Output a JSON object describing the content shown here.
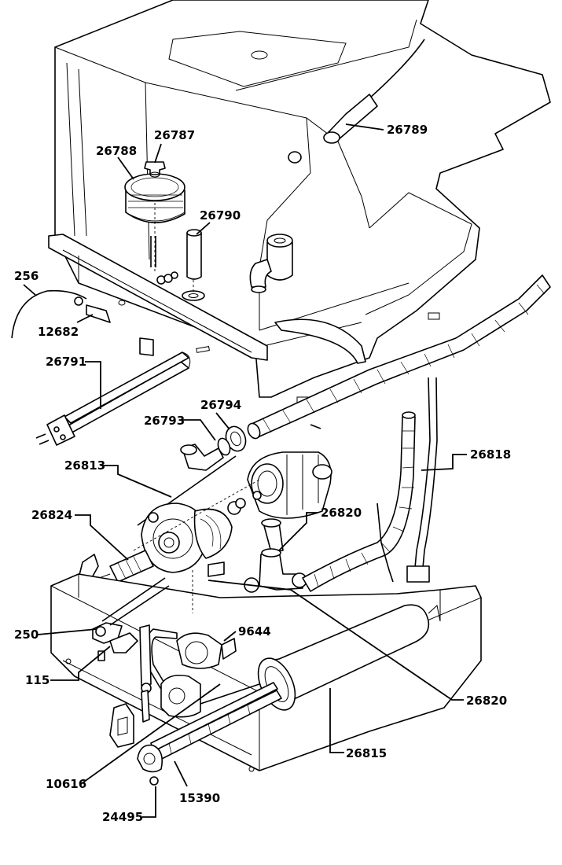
{
  "callouts": {
    "c26789": "26789",
    "c26787": "26787",
    "c26788": "26788",
    "c26790": "26790",
    "c256": "256",
    "c12682": "12682",
    "c26791": "26791",
    "c26794": "26794",
    "c26793": "26793",
    "c26813": "26813",
    "c26818": "26818",
    "c26824": "26824",
    "c26820a": "26820",
    "c250": "250",
    "c9644": "9644",
    "c115": "115",
    "c26820b": "26820",
    "c26815": "26815",
    "c10616": "10616",
    "c15390": "15390",
    "c24495": "24495"
  },
  "colors": {
    "ink": "#000000",
    "paper": "#ffffff"
  }
}
